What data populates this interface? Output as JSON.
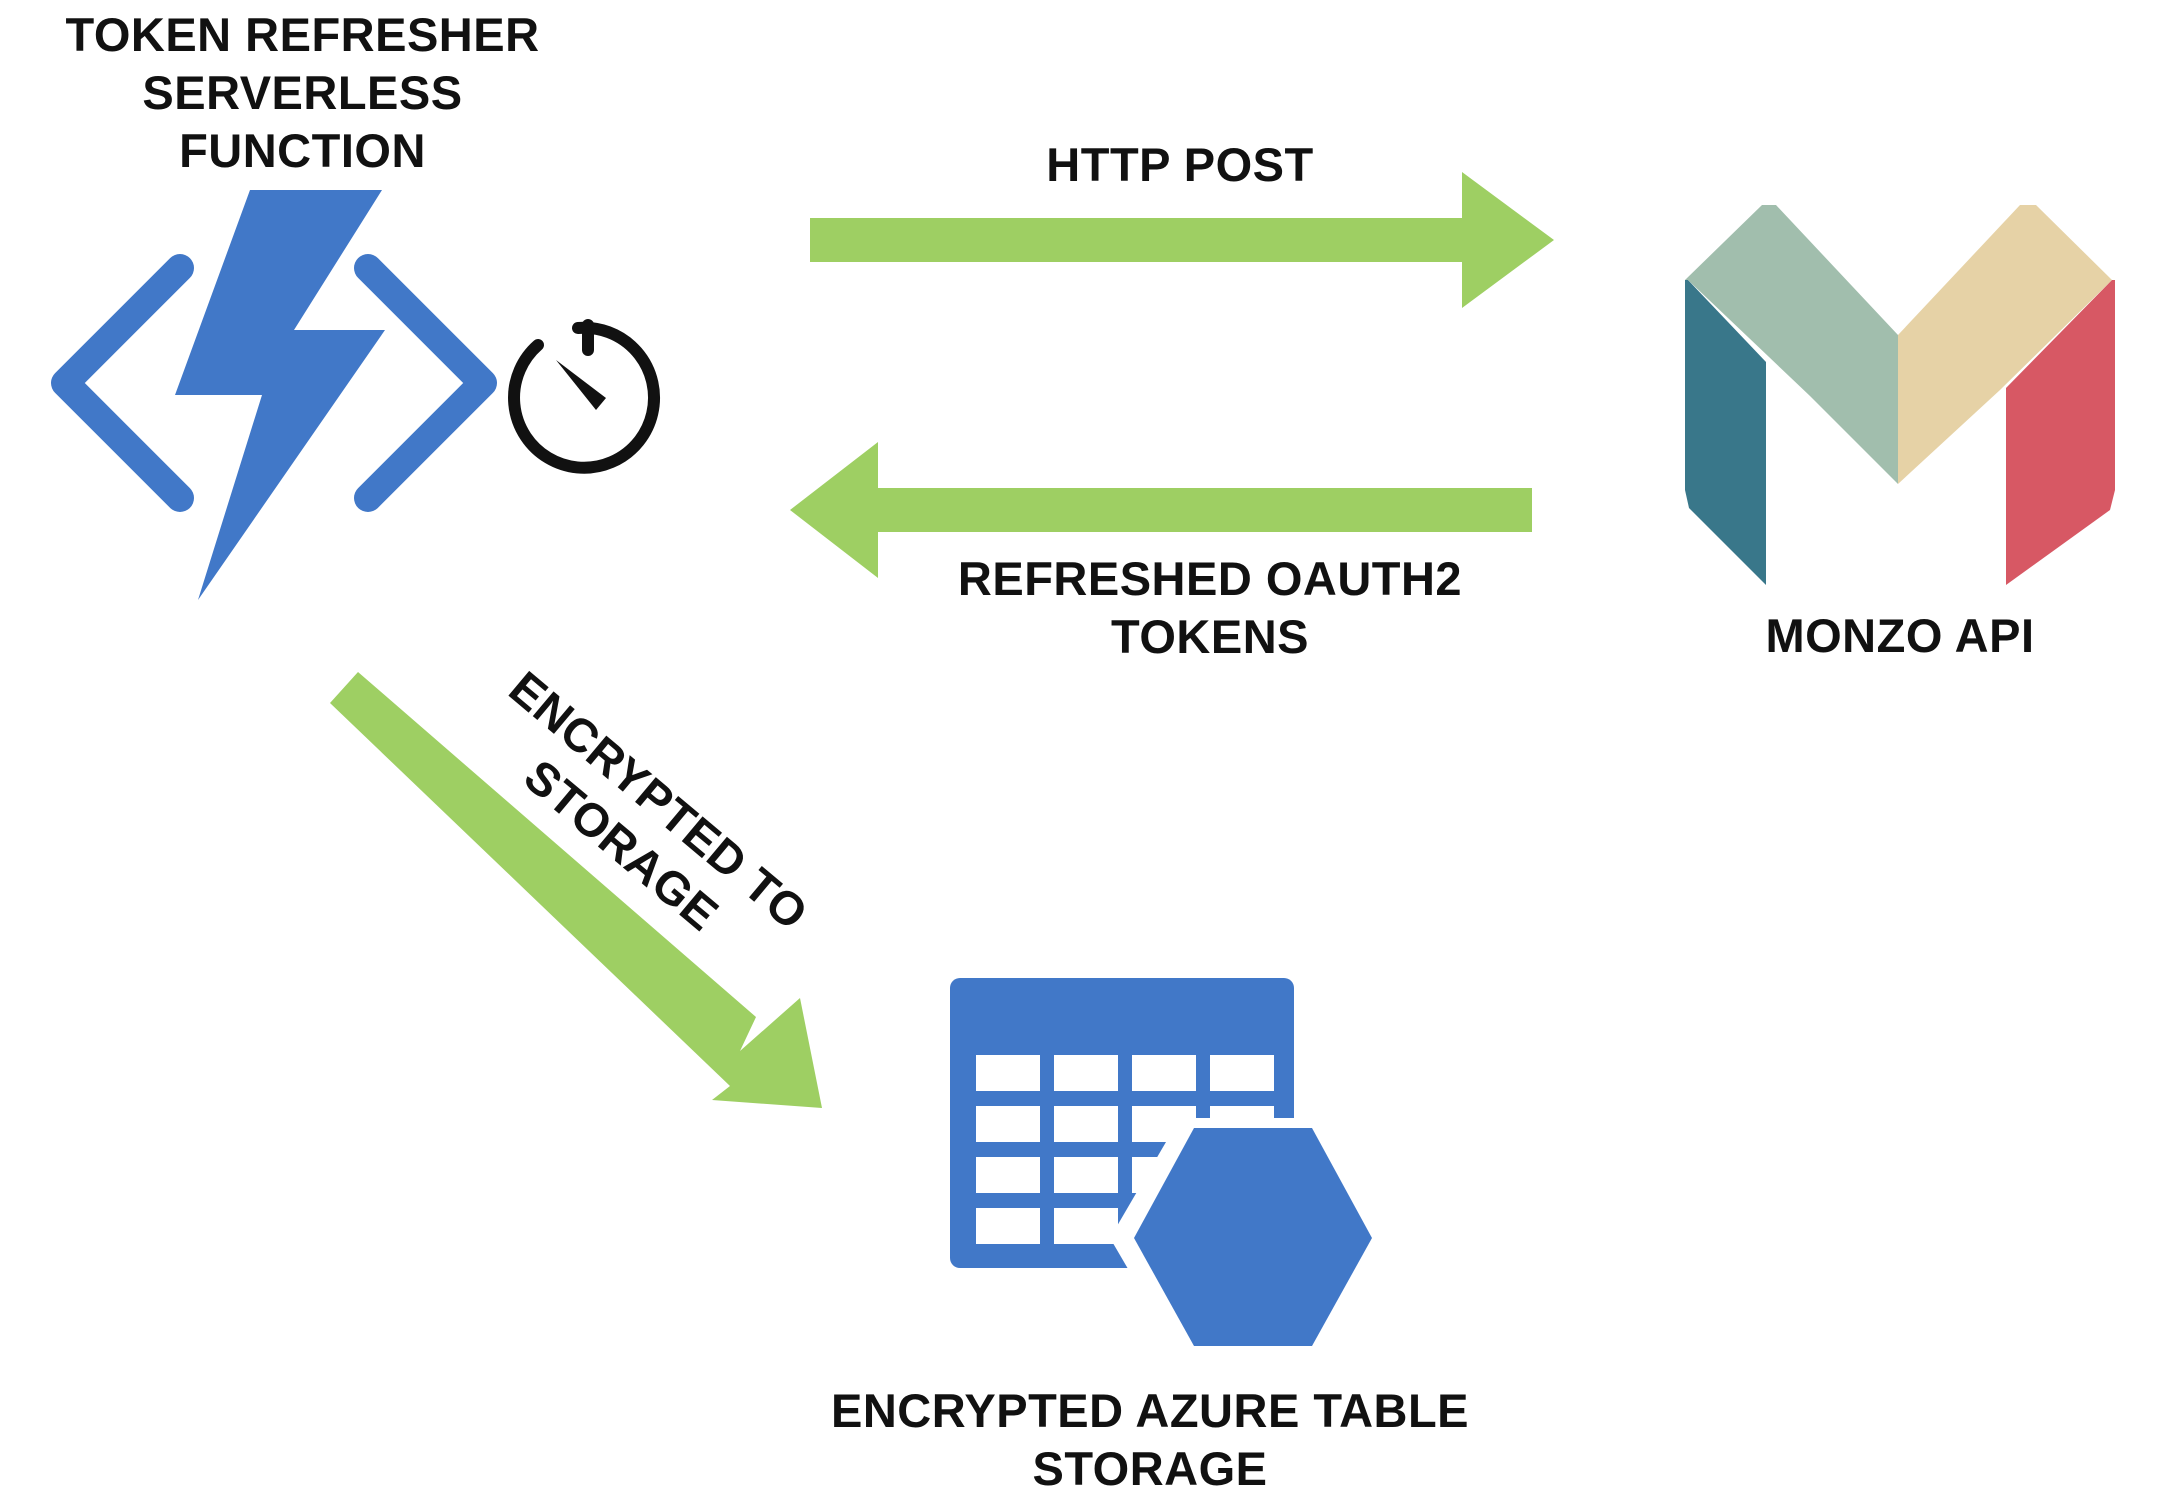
{
  "function_node": {
    "title_lines": [
      "TOKEN REFRESHER",
      "SERVERLESS",
      "FUNCTION"
    ],
    "icons": [
      "azure-functions-icon",
      "timer-icon"
    ]
  },
  "monzo_node": {
    "label": "MONZO API",
    "icon": "monzo-logo-icon"
  },
  "storage_node": {
    "label_lines": [
      "ENCRYPTED AZURE TABLE",
      "STORAGE"
    ],
    "icon": "azure-table-storage-icon"
  },
  "edges": {
    "request_label": "HTTP POST",
    "response_label_lines": [
      "REFRESHED OAUTH2",
      "TOKENS"
    ],
    "storage_label_lines": [
      "ENCRYPTED TO",
      "STORAGE"
    ]
  },
  "colors": {
    "arrow_green": "#9ecf63",
    "azure_blue": "#4178c8",
    "monzo_teal": "#39778a",
    "monzo_sage": "#a1bead",
    "monzo_sand": "#e6d2a6",
    "monzo_red": "#d75864",
    "text": "#111111"
  }
}
